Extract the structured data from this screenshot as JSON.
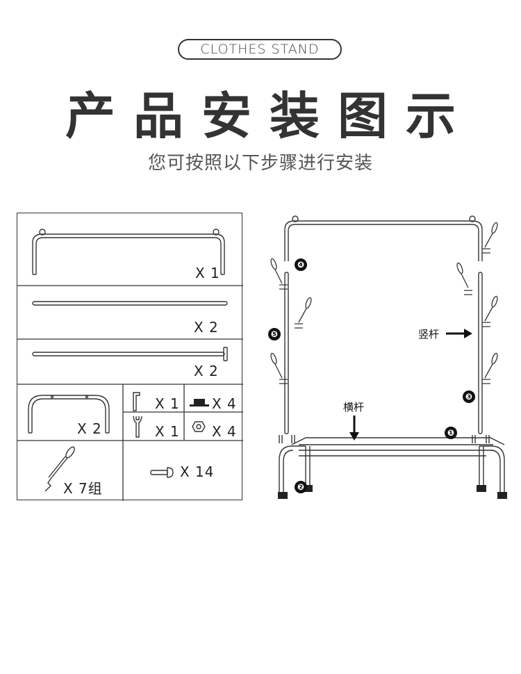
{
  "header": {
    "badge": "CLOTHES STAND",
    "title": "产品安装图示",
    "subtitle": "您可按照以下步骤进行安装"
  },
  "parts": {
    "top_frame_qty": "X 1",
    "long_bar_qty": "X 2",
    "bolt_bar_qty": "X 2",
    "base_frame_qty": "X 2",
    "allen_key_qty": "X 1",
    "wrench_qty": "X 1",
    "foot_pad_qty": "X 4",
    "nut_qty": "X 4",
    "hook_qty": "X 7组",
    "screw_qty": "X 14"
  },
  "diagram": {
    "vertical_bar_label": "竖杆",
    "horizontal_bar_label": "横杆",
    "steps": [
      "❶",
      "❷",
      "❸",
      "❹",
      "❺"
    ]
  }
}
